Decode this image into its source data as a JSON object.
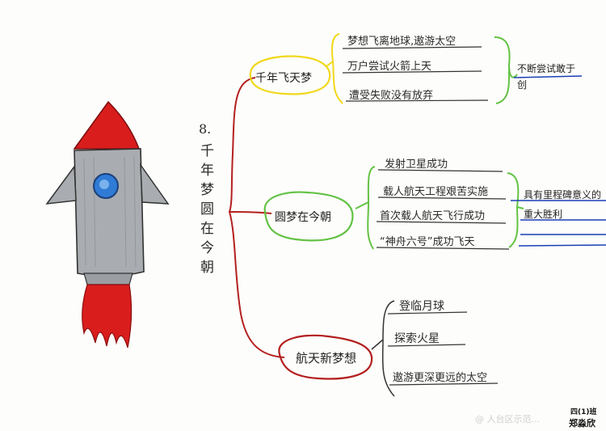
{
  "title": {
    "number": "8.",
    "chars": [
      "千",
      "年",
      "梦",
      "圆",
      "在",
      "今",
      "朝"
    ]
  },
  "branches": [
    {
      "label": "千年飞天梦",
      "leaves": [
        "梦想飞离地球,遨游太空",
        "万户尝试火箭上天",
        "遭受失败没有放弃"
      ],
      "conclusion": [
        "不断尝试敢于",
        "创"
      ]
    },
    {
      "label": "圆梦在今朝",
      "leaves": [
        "发射卫星成功",
        "载人航天工程艰苦实施",
        "首次载人航天飞行成功",
        "“神舟六号”成功飞天"
      ],
      "conclusion": [
        "具有里程碑意义的",
        "重大胜利"
      ]
    },
    {
      "label": "航天新梦想",
      "leaves": [
        "登临月球",
        "探索火星",
        "遨游更深更远的太空"
      ],
      "conclusion": []
    }
  ],
  "signature": [
    "四(1)班",
    "郑淼欣"
  ],
  "watermark": "@ 人台区示范...",
  "colors": {
    "rocket_red": "#d91d1d",
    "rocket_gray": "#a9acb0",
    "window_blue": "#2f7bd6",
    "branch_red": "#b3201f",
    "yellow": "#f1d81c",
    "green": "#63c244",
    "blue": "#1a3fb5"
  }
}
